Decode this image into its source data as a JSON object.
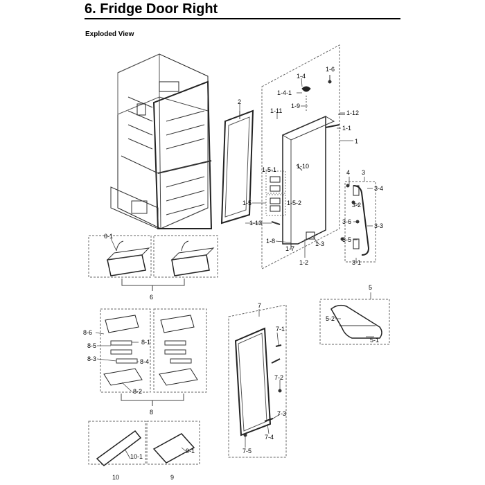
{
  "page": {
    "title": "6.  Fridge Door Right",
    "subtitle": "Exploded View"
  },
  "callouts": {
    "c2": "2",
    "c1_4": "1-4",
    "c1_6": "1-6",
    "c1_4_1": "1-4-1",
    "c1_9": "1-9",
    "c1_11": "1-11",
    "c1_12": "1-12",
    "c1_1": "1-1",
    "c1": "1",
    "c1_10": "1-10",
    "c1_5_1": "1-5-1",
    "c1_5": "1-5",
    "c1_5_2": "1-5-2",
    "c1_13": "1-13",
    "c1_8": "1-8",
    "c1_7": "1-7",
    "c1_3": "1-3",
    "c1_2": "1-2",
    "c4": "4",
    "c3": "3",
    "c3_4": "3-4",
    "c3_2": "3-2",
    "c3_6": "3-6",
    "c3_3": "3-3",
    "c3_5": "3-5",
    "c3_1": "3-1",
    "c6_1": "6-1",
    "c6": "6",
    "c5": "5",
    "c5_2": "5-2",
    "c5_1": "5-1",
    "c7": "7",
    "c7_1": "7-1",
    "c7_2": "7-2",
    "c7_3": "7-3",
    "c7_4": "7-4",
    "c7_5": "7-5",
    "c8_6": "8-6",
    "c8_5": "8-5",
    "c8_1": "8-1",
    "c8_3": "8-3",
    "c8_4": "8-4",
    "c8_2": "8-2",
    "c8": "8",
    "c10_1": "10-1",
    "c9_1": "9-1",
    "c10": "10",
    "c9": "9"
  }
}
